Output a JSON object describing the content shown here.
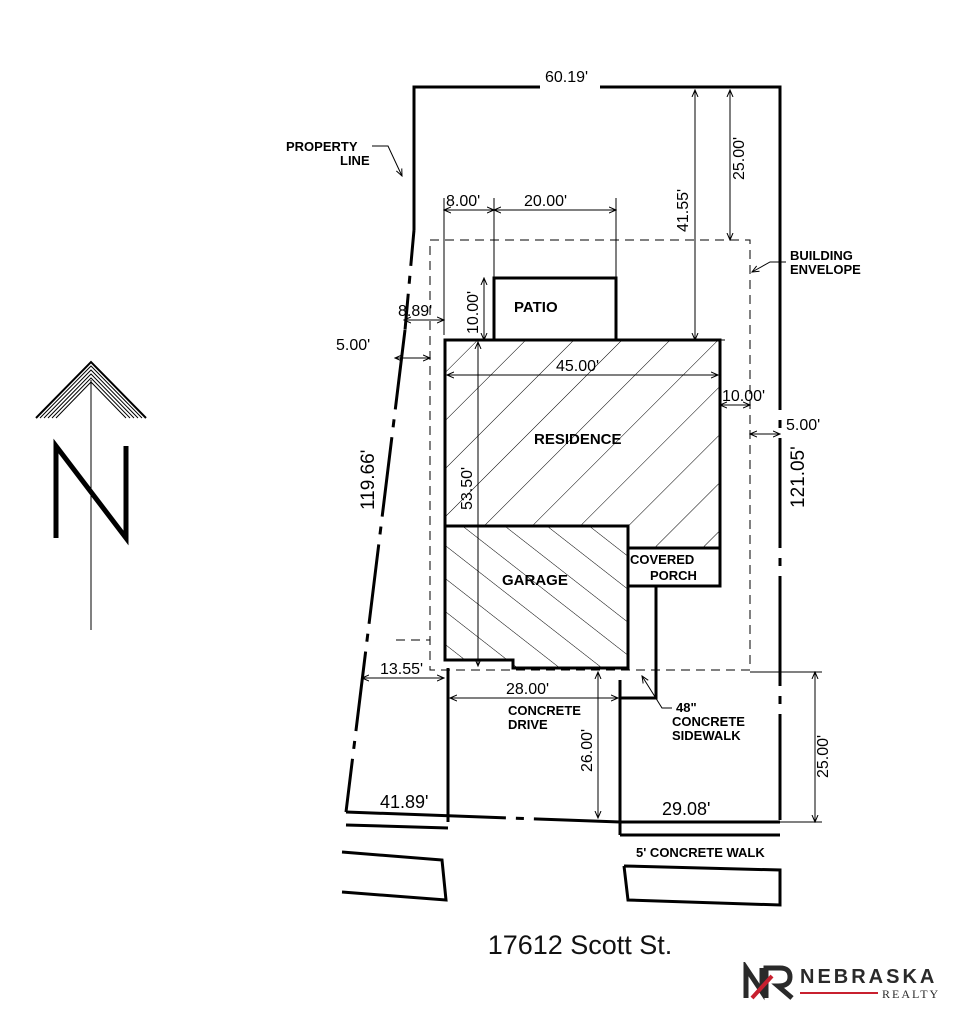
{
  "dims": {
    "top_width": "60.19'",
    "rear_setback": "25.00'",
    "rear_to_residence": "41.55'",
    "left_offset_patio": "8.00'",
    "patio_width": "20.00'",
    "patio_depth": "10.00'",
    "left_to_residence": "8.89'",
    "side_setback_left": "5.00'",
    "residence_width": "45.00'",
    "right_to_residence": "10.00'",
    "side_setback_right": "5.00'",
    "left_length": "119.66'",
    "right_length": "121.05'",
    "residence_depth": "53.50'",
    "left_to_garage": "13.55'",
    "garage_width": "28.00'",
    "drive_length": "26.00'",
    "front_setback": "25.00'",
    "bottom_left": "41.89'",
    "bottom_right": "29.08'"
  },
  "labels": {
    "property_line_1": "PROPERTY",
    "property_line_2": "LINE",
    "building_envelope_1": "BUILDING",
    "building_envelope_2": "ENVELOPE",
    "patio": "PATIO",
    "residence": "RESIDENCE",
    "garage": "GARAGE",
    "covered_1": "COVERED",
    "covered_2": "PORCH",
    "drive_1": "CONCRETE",
    "drive_2": "DRIVE",
    "sidewalk_1": "48\"",
    "sidewalk_2": "CONCRETE",
    "sidewalk_3": "SIDEWALK",
    "walk": "5' CONCRETE WALK",
    "north": "N"
  },
  "address": "17612 Scott St.",
  "logo": {
    "main": "NEBRASKA",
    "sub": "REALTY",
    "accent": "#c8202f"
  }
}
